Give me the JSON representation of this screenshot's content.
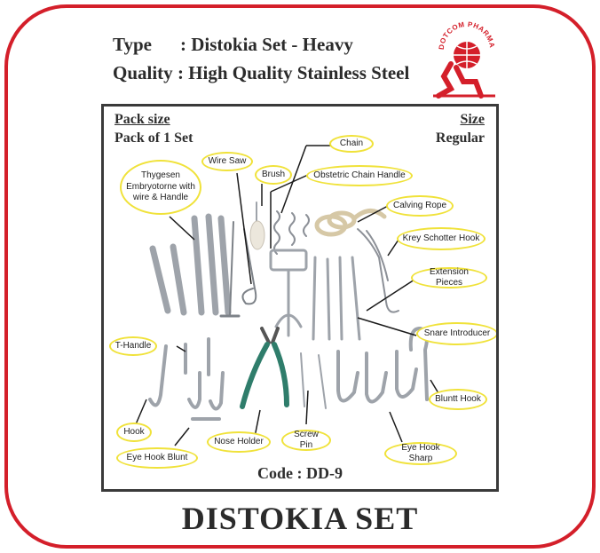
{
  "specs": {
    "type_key": "Type",
    "type_value": ": Distokia Set - Heavy",
    "quality_key": "Quality",
    "quality_value": ": High Quality Stainless Steel"
  },
  "logo": {
    "text": "DOTCOM PHARMA",
    "icon": "brand-globe-figure-icon",
    "color": "#d41f2a"
  },
  "panel": {
    "pack_size_title": "Pack size",
    "pack_size_value": "Pack of 1 Set",
    "size_title": "Size",
    "size_value": "Regular",
    "code": "Code : DD-9"
  },
  "labels": {
    "chain": "Chain",
    "wire_saw": "Wire Saw",
    "brush": "Brush",
    "obstetric_chain_handle": "Obstetric Chain Handle",
    "embryotome_l1": "Thygesen",
    "embryotome_l2": "Embryotorne with",
    "embryotome_l3": "wire & Handle",
    "calving_rope": "Calving Rope",
    "krey_schotter_hook": "Krey Schotter Hook",
    "extension_pieces": "Extension Pieces",
    "snare_introducer": "Snare Introducer",
    "t_handle": "T-Handle",
    "bluntt_hook": "Bluntt Hook",
    "hook": "Hook",
    "eye_hook_blunt": "Eye Hook Blunt",
    "nose_holder": "Nose Holder",
    "screw_pin": "Screw Pin",
    "eye_hook_sharp": "Eye Hook Sharp"
  },
  "footer": {
    "title": "DISTOKIA SET"
  },
  "colors": {
    "frame": "#d41f2a",
    "label_border": "#f0e23a",
    "nose_holder_grip": "#2f7d6b",
    "steel": "#b8bcc2"
  }
}
